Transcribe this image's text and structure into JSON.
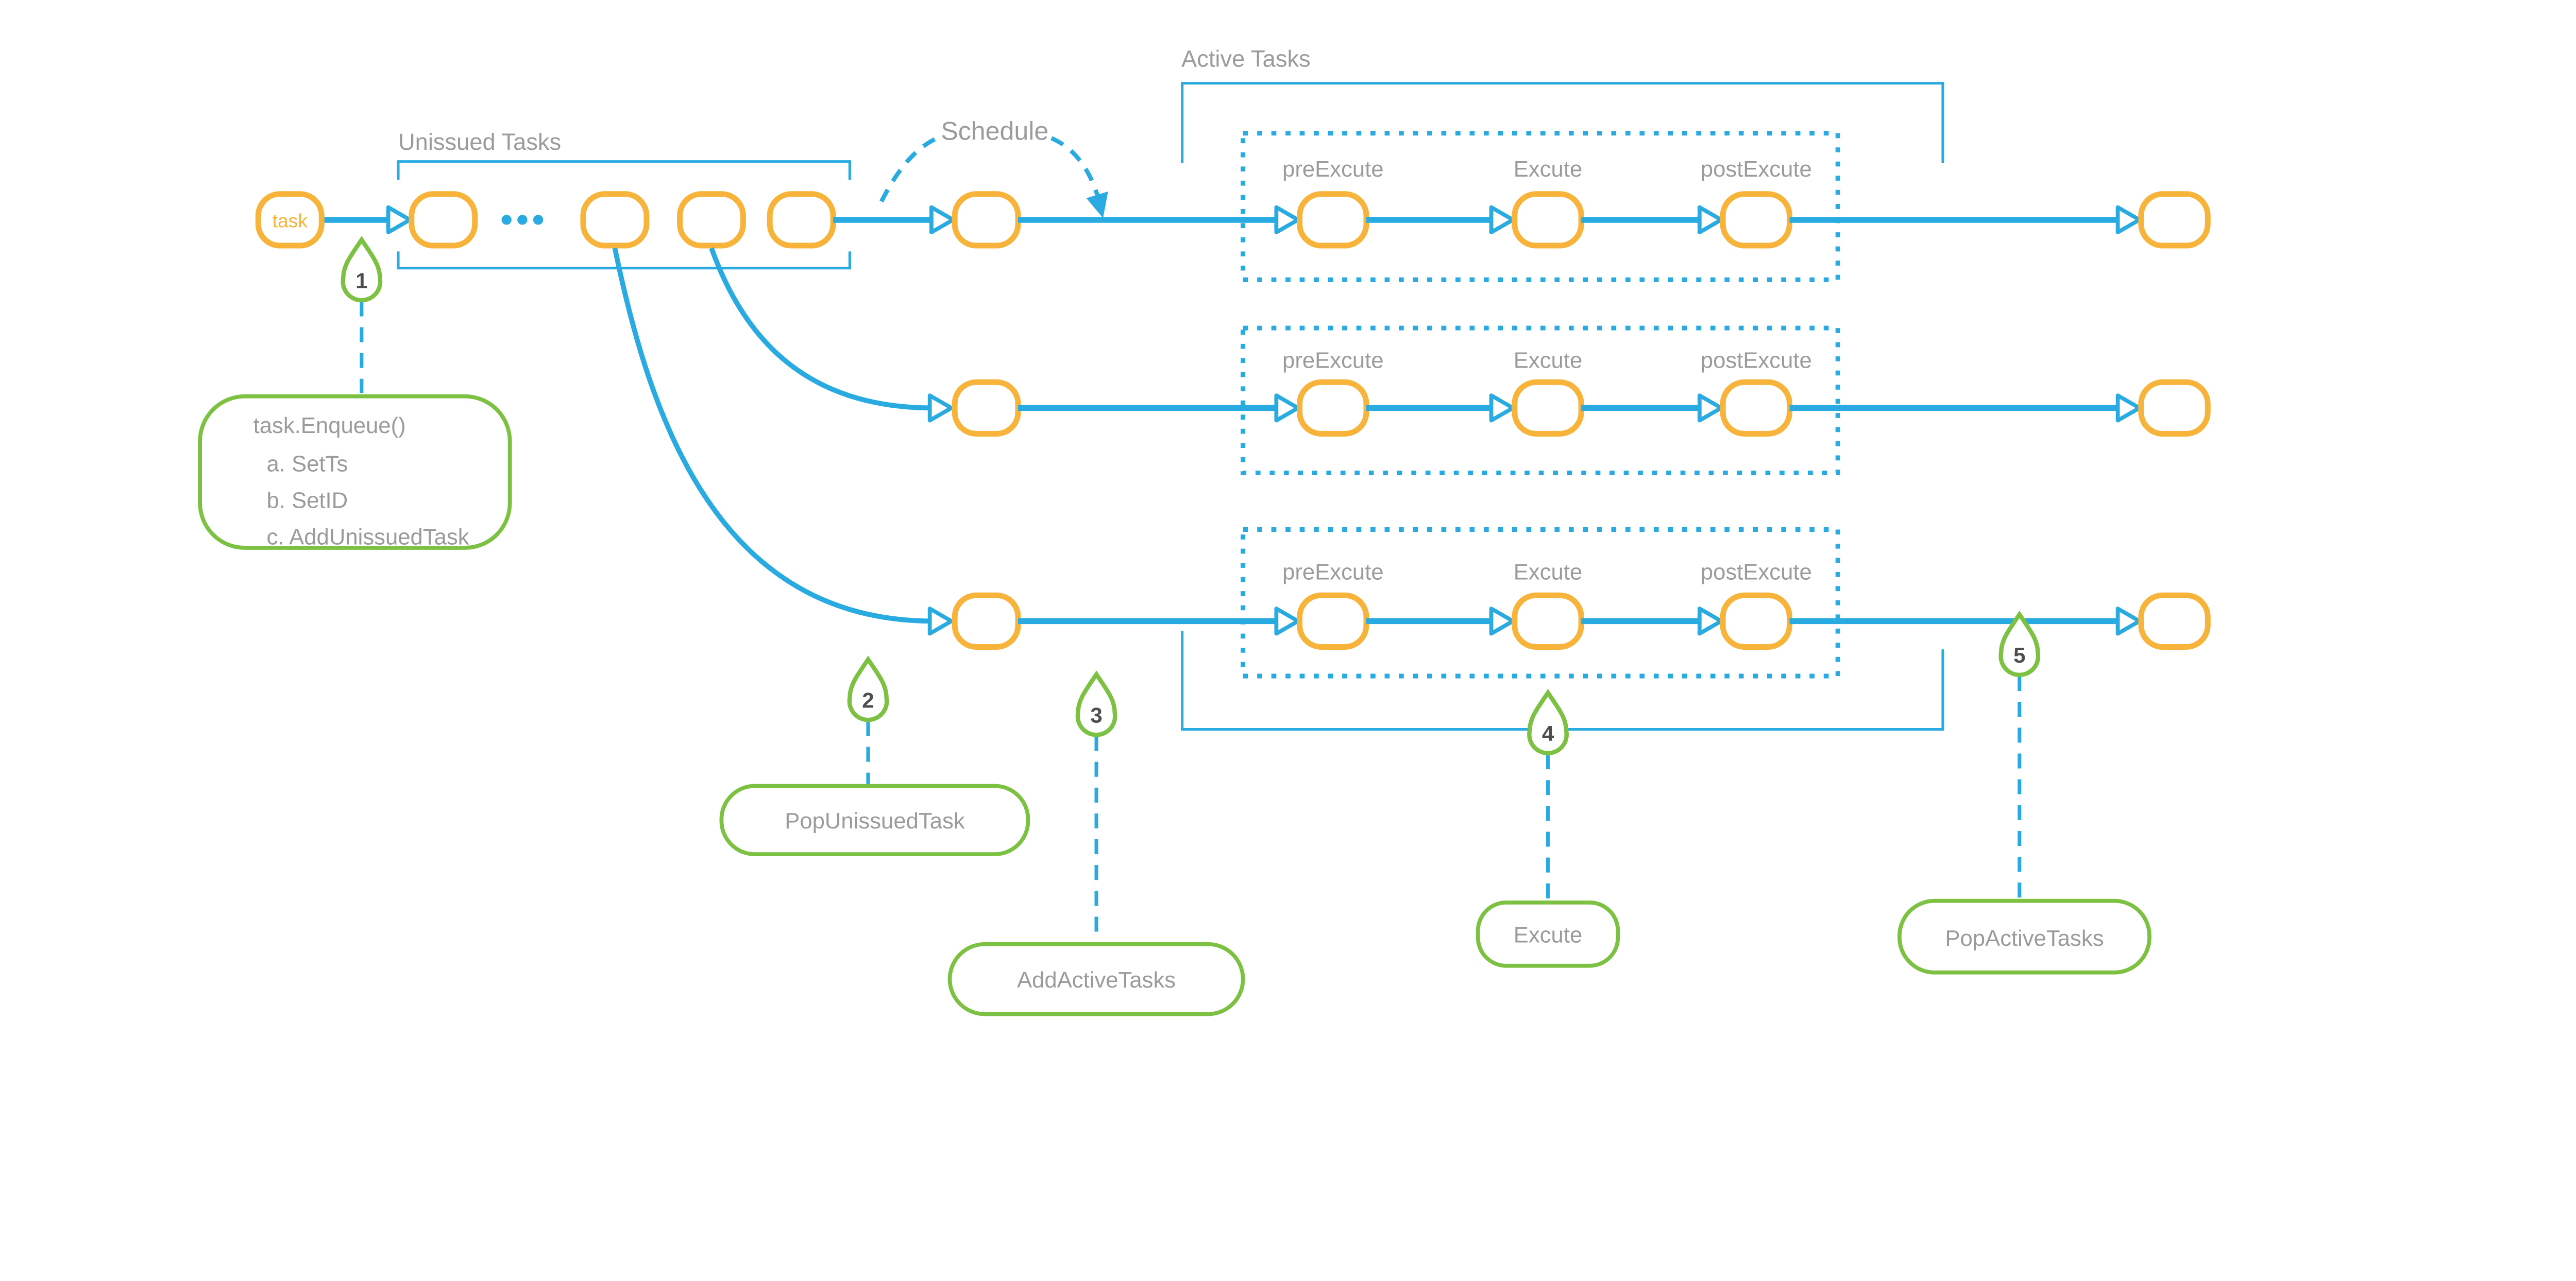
{
  "colors": {
    "arrow_blue": "#29ABE2",
    "node_orange": "#F8B33A",
    "callout_green": "#7CC142",
    "label_gray": "#9B9B9B",
    "number_gray": "#4D4D4D"
  },
  "labels": {
    "unissued_tasks": "Unissued Tasks",
    "schedule": "Schedule",
    "active_tasks": "Active Tasks",
    "task_node": "task",
    "queue_ellipsis": "..."
  },
  "pipeline": {
    "pre": "preExcute",
    "execute": "Excute",
    "post": "postExcute",
    "rows": 3
  },
  "callouts": {
    "c1": {
      "number": "1",
      "lines": [
        "task.Enqueue()",
        "a. SetTs",
        "b. SetID",
        "c. AddUnissuedTask"
      ]
    },
    "c2": {
      "number": "2",
      "label": "PopUnissuedTask"
    },
    "c3": {
      "number": "3",
      "label": "AddActiveTasks"
    },
    "c4": {
      "number": "4",
      "label": "Excute"
    },
    "c5": {
      "number": "5",
      "label": "PopActiveTasks"
    }
  }
}
